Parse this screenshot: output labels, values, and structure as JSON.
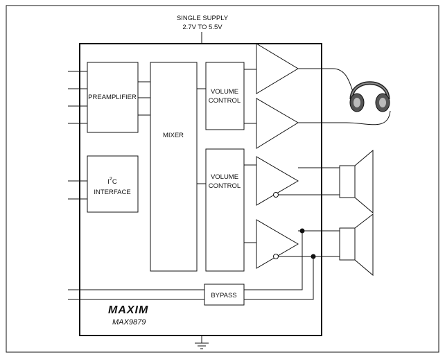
{
  "supply": {
    "line1": "SINGLE SUPPLY",
    "line2": "2.7V TO 5.5V"
  },
  "blocks": {
    "preamplifier": "PREAMPLIFIER",
    "mixer": "MIXER",
    "volume_control_top": {
      "line1": "VOLUME",
      "line2": "CONTROL"
    },
    "volume_control_bottom": {
      "line1": "VOLUME",
      "line2": "CONTROL"
    },
    "i2c": {
      "prefix": "I",
      "superscript": "2",
      "suffix": "C",
      "line2": "INTERFACE"
    },
    "bypass": "BYPASS"
  },
  "brand": {
    "logo": "MAXIM",
    "part_number": "MAX9879"
  },
  "colors": {
    "line": "#111111",
    "background": "#ffffff"
  },
  "icons": [
    "headphones-icon",
    "speaker-icon",
    "ground-icon"
  ]
}
